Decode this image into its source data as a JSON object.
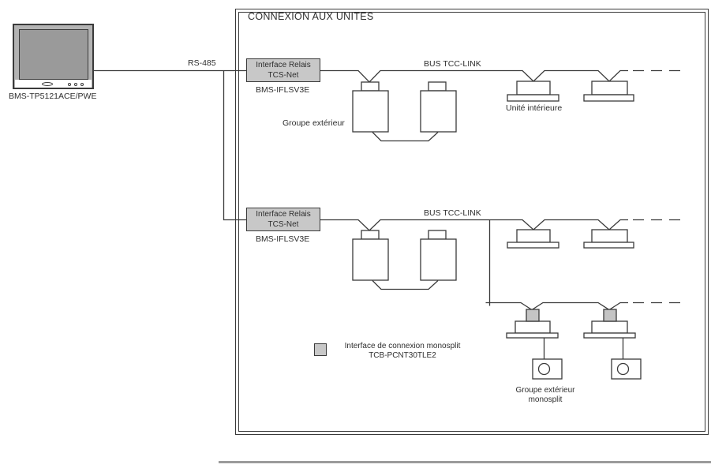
{
  "diagram": {
    "title": "CONNEXION AUX UNITES",
    "computer": {
      "model": "BMS-TP5121ACE/PWE"
    },
    "link": {
      "label": "RS-485"
    },
    "bus": {
      "label_row1": "BUS TCC-LINK",
      "label_row2": "BUS TCC-LINK"
    },
    "interface_row1": {
      "name_line1": "Interface Relais",
      "name_line2": "TCS-Net",
      "model": "BMS-IFLSV3E"
    },
    "interface_row2": {
      "name_line1": "Interface Relais",
      "name_line2": "TCS-Net",
      "model": "BMS-IFLSV3E"
    },
    "labels": {
      "outdoor_group": "Groupe extérieur",
      "indoor_unit": "Unité intérieure",
      "monosplit_group_line1": "Groupe extérieur",
      "monosplit_group_line2": "monosplit"
    },
    "legend": {
      "text_line1": "Interface de connexion monosplit",
      "model": "TCB-PCNT30TLE2"
    },
    "colors": {
      "line": "#3a3a3a",
      "interface_fill": "#c8c8c8",
      "monosplit_fill": "#c4c4c4",
      "monitor_frame": "#b3b3b3",
      "monitor_screen": "#9a9a9a",
      "bottom_rule": "#9b9b9b"
    }
  }
}
